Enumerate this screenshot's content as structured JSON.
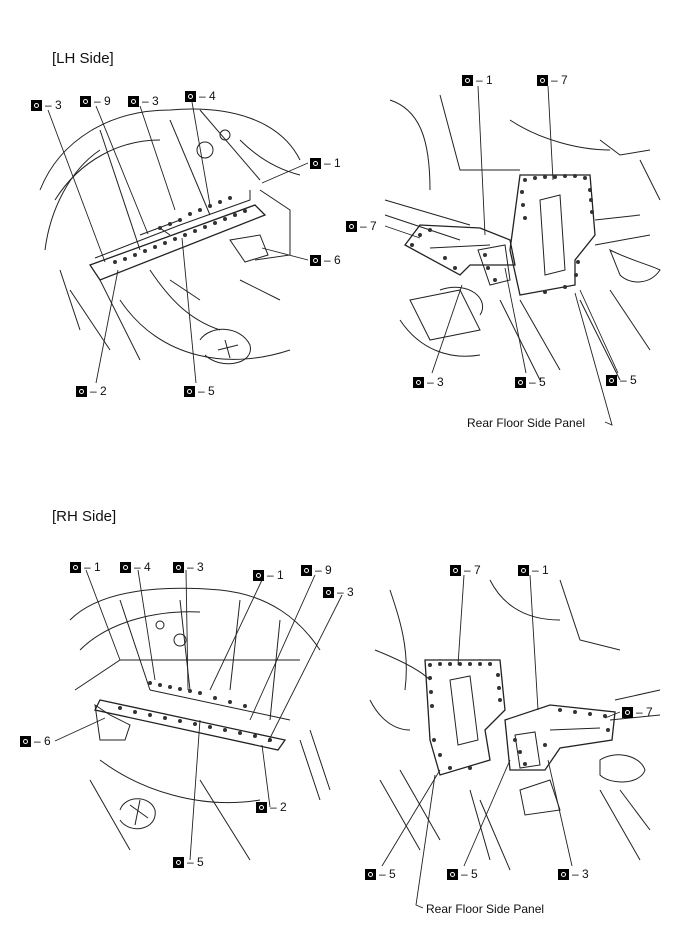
{
  "titles": {
    "lh": "[LH Side]",
    "rh": "[RH Side]"
  },
  "rear_panel_label": "Rear Floor Side Panel",
  "callouts": {
    "lh_left": [
      {
        "id": "3a",
        "sep": "–",
        "num": "3"
      },
      {
        "id": "9",
        "sep": "–",
        "num": "9"
      },
      {
        "id": "3b",
        "sep": "–",
        "num": "3"
      },
      {
        "id": "4",
        "sep": "–",
        "num": "4"
      },
      {
        "id": "1",
        "sep": "–",
        "num": "1"
      },
      {
        "id": "6",
        "sep": "–",
        "num": "6"
      },
      {
        "id": "2",
        "sep": "–",
        "num": "2"
      },
      {
        "id": "5",
        "sep": "–",
        "num": "5"
      }
    ],
    "lh_right": [
      {
        "id": "1",
        "sep": "–",
        "num": "1"
      },
      {
        "id": "7a",
        "sep": "–",
        "num": "7"
      },
      {
        "id": "7b",
        "sep": "–",
        "num": "7"
      },
      {
        "id": "3",
        "sep": "–",
        "num": "3"
      },
      {
        "id": "5a",
        "sep": "–",
        "num": "5"
      },
      {
        "id": "5b",
        "sep": "–",
        "num": "5"
      }
    ],
    "rh_left": [
      {
        "id": "1a",
        "sep": "–",
        "num": "1"
      },
      {
        "id": "4",
        "sep": "–",
        "num": "4"
      },
      {
        "id": "3a",
        "sep": "–",
        "num": "3"
      },
      {
        "id": "1b",
        "sep": "–",
        "num": "1"
      },
      {
        "id": "9",
        "sep": "–",
        "num": "9"
      },
      {
        "id": "3b",
        "sep": "–",
        "num": "3"
      },
      {
        "id": "6",
        "sep": "–",
        "num": "6"
      },
      {
        "id": "2",
        "sep": "–",
        "num": "2"
      },
      {
        "id": "5",
        "sep": "–",
        "num": "5"
      }
    ],
    "rh_right": [
      {
        "id": "7a",
        "sep": "–",
        "num": "7"
      },
      {
        "id": "1",
        "sep": "–",
        "num": "1"
      },
      {
        "id": "7b",
        "sep": "–",
        "num": "7"
      },
      {
        "id": "5a",
        "sep": "–",
        "num": "5"
      },
      {
        "id": "5b",
        "sep": "–",
        "num": "5"
      },
      {
        "id": "3",
        "sep": "–",
        "num": "3"
      }
    ]
  }
}
